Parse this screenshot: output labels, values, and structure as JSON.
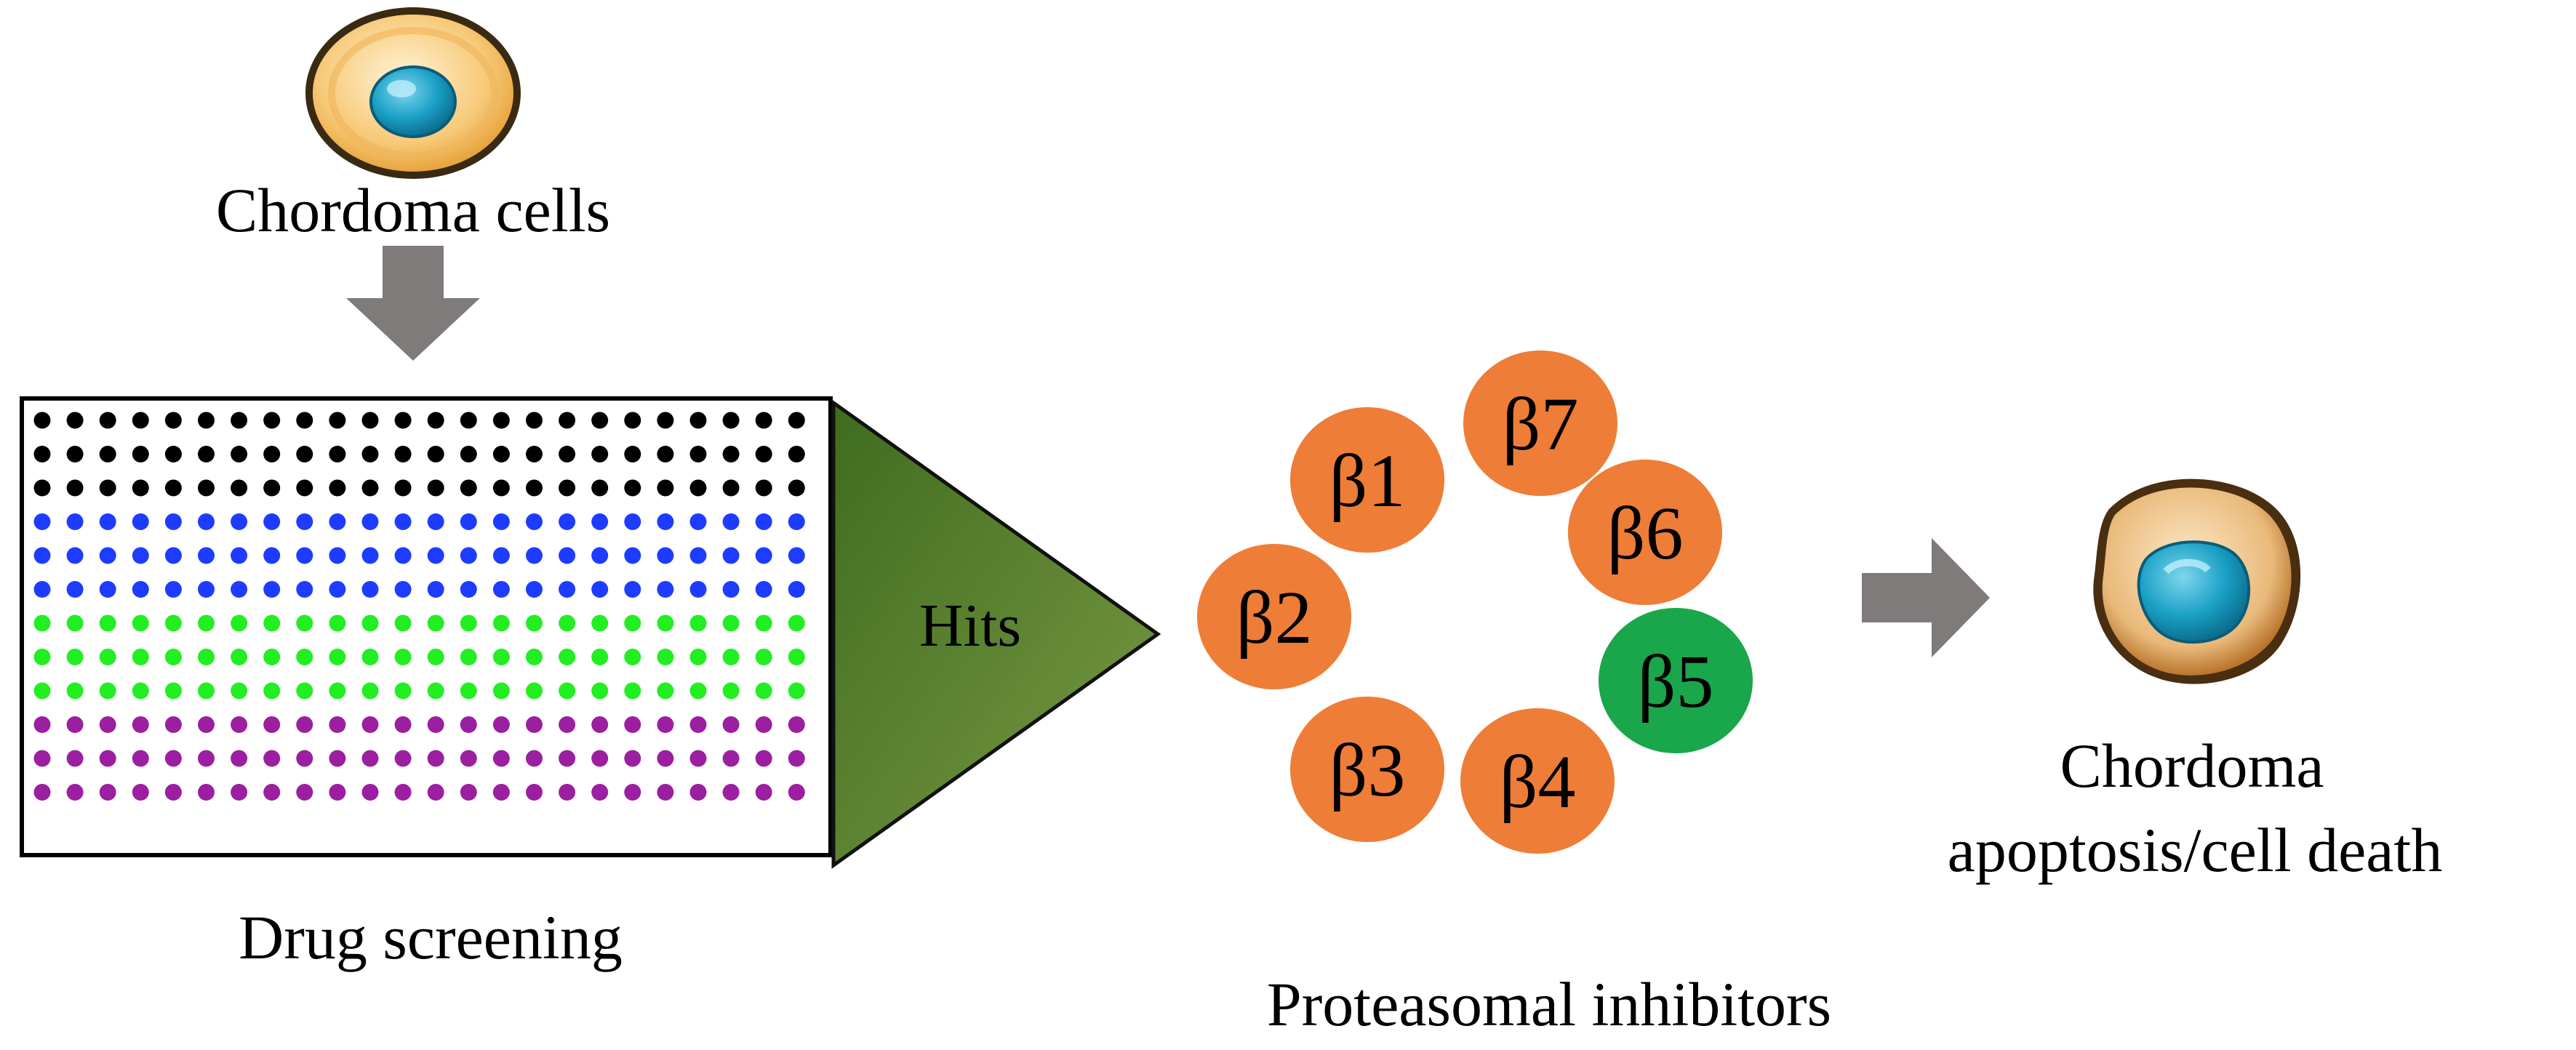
{
  "labels": {
    "chordoma_cells": "Chordoma cells",
    "drug_screening": "Drug screening",
    "hits": "Hits",
    "proteasomal_inhibitors": "Proteasomal inhibitors",
    "outcome_line1": "Chordoma",
    "outcome_line2": "apoptosis/cell death"
  },
  "plate": {
    "columns": 24,
    "row_colors": [
      "#000000",
      "#000000",
      "#000000",
      "#1e3cff",
      "#1e3cff",
      "#1e3cff",
      "#22ee22",
      "#22ee22",
      "#22ee22",
      "#9b1fa0",
      "#9b1fa0",
      "#9b1fa0"
    ]
  },
  "proteasome_subunits": [
    {
      "label": "β1",
      "color": "#ee7d37"
    },
    {
      "label": "β7",
      "color": "#ee7d37"
    },
    {
      "label": "β6",
      "color": "#ee7d37"
    },
    {
      "label": "β5",
      "color": "#1aa64b"
    },
    {
      "label": "β4",
      "color": "#ee7d37"
    },
    {
      "label": "β3",
      "color": "#ee7d37"
    },
    {
      "label": "β2",
      "color": "#ee7d37"
    }
  ],
  "colors": {
    "arrow": "#7f7b7b",
    "hits_triangle": "#5c7d2f",
    "cell_cytoplasm": "#f7c978",
    "cell_nucleus": "#1aa0c6"
  }
}
